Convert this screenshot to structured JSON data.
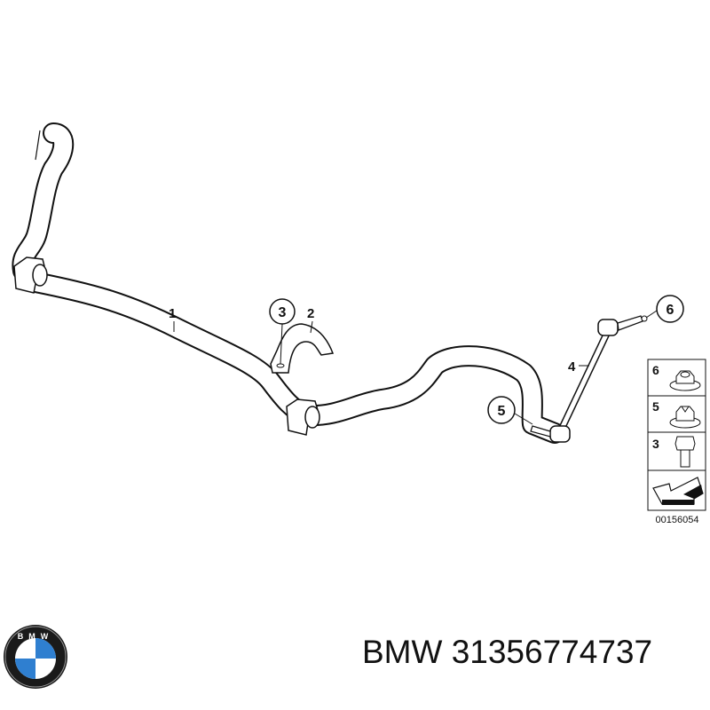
{
  "diagram": {
    "callouts": [
      {
        "number": "1",
        "circled": false,
        "part": "stabilizer-bar"
      },
      {
        "number": "2",
        "circled": false,
        "part": "bracket"
      },
      {
        "number": "3",
        "circled": true,
        "part": "bolt"
      },
      {
        "number": "4",
        "circled": false,
        "part": "stabilizer-link"
      },
      {
        "number": "5",
        "circled": true,
        "part": "nut"
      },
      {
        "number": "6",
        "circled": true,
        "part": "nut"
      }
    ],
    "legend": [
      {
        "number": "6",
        "icon": "flange-nut-icon"
      },
      {
        "number": "5",
        "icon": "self-locking-nut-icon"
      },
      {
        "number": "3",
        "icon": "hex-bolt-icon"
      },
      {
        "number": "",
        "icon": "direction-arrow-icon"
      }
    ],
    "diagram_code": "00156054"
  },
  "footer": {
    "logo": "BMW",
    "caption": "BMW 31356774737"
  },
  "colors": {
    "line": "#111111",
    "logo_blue": "#2f7fd0",
    "logo_ring": "#1a1a1a"
  }
}
